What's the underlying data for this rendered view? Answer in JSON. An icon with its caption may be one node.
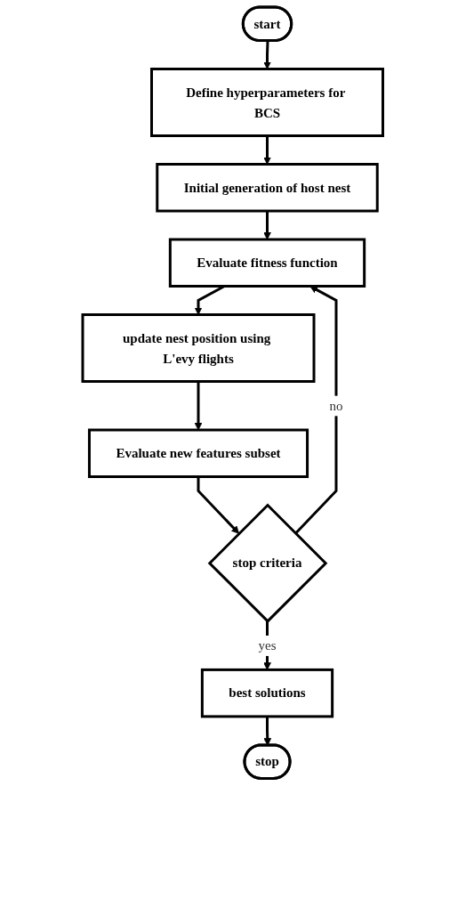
{
  "diagram": {
    "nodes": [
      {
        "text": [
          "start"
        ]
      },
      {
        "text": [
          "Define hyperparameters for BCS"
        ]
      },
      {
        "text": [
          "Initial generation of host nest"
        ]
      },
      {
        "text": [
          "Evaluate fitness function"
        ]
      },
      {
        "text": [
          "update nest position using L'evy flights"
        ]
      },
      {
        "text": [
          "Evaluate new features subset"
        ]
      },
      {
        "text": [
          "stop criteria"
        ]
      },
      {
        "text": [
          "best solutions"
        ]
      },
      {
        "text": [
          "stop"
        ]
      }
    ],
    "edges": [
      {
        "from": 0,
        "to": 1,
        "arrow": "to"
      },
      {
        "from": 1,
        "to": 2,
        "arrow": "to"
      },
      {
        "from": 2,
        "to": 3,
        "arrow": "to"
      },
      {
        "from": 3,
        "to": 4,
        "arrow": "to"
      },
      {
        "from": 4,
        "to": 5,
        "arrow": "to"
      },
      {
        "from": 5,
        "to": 6,
        "arrow": "to"
      },
      {
        "from": 6,
        "to": 7,
        "label": "yes",
        "arrow": "to"
      },
      {
        "from": 7,
        "to": 8,
        "arrow": "to"
      },
      {
        "from": 6,
        "to": 3,
        "label": "no",
        "arrow": "to"
      }
    ]
  }
}
